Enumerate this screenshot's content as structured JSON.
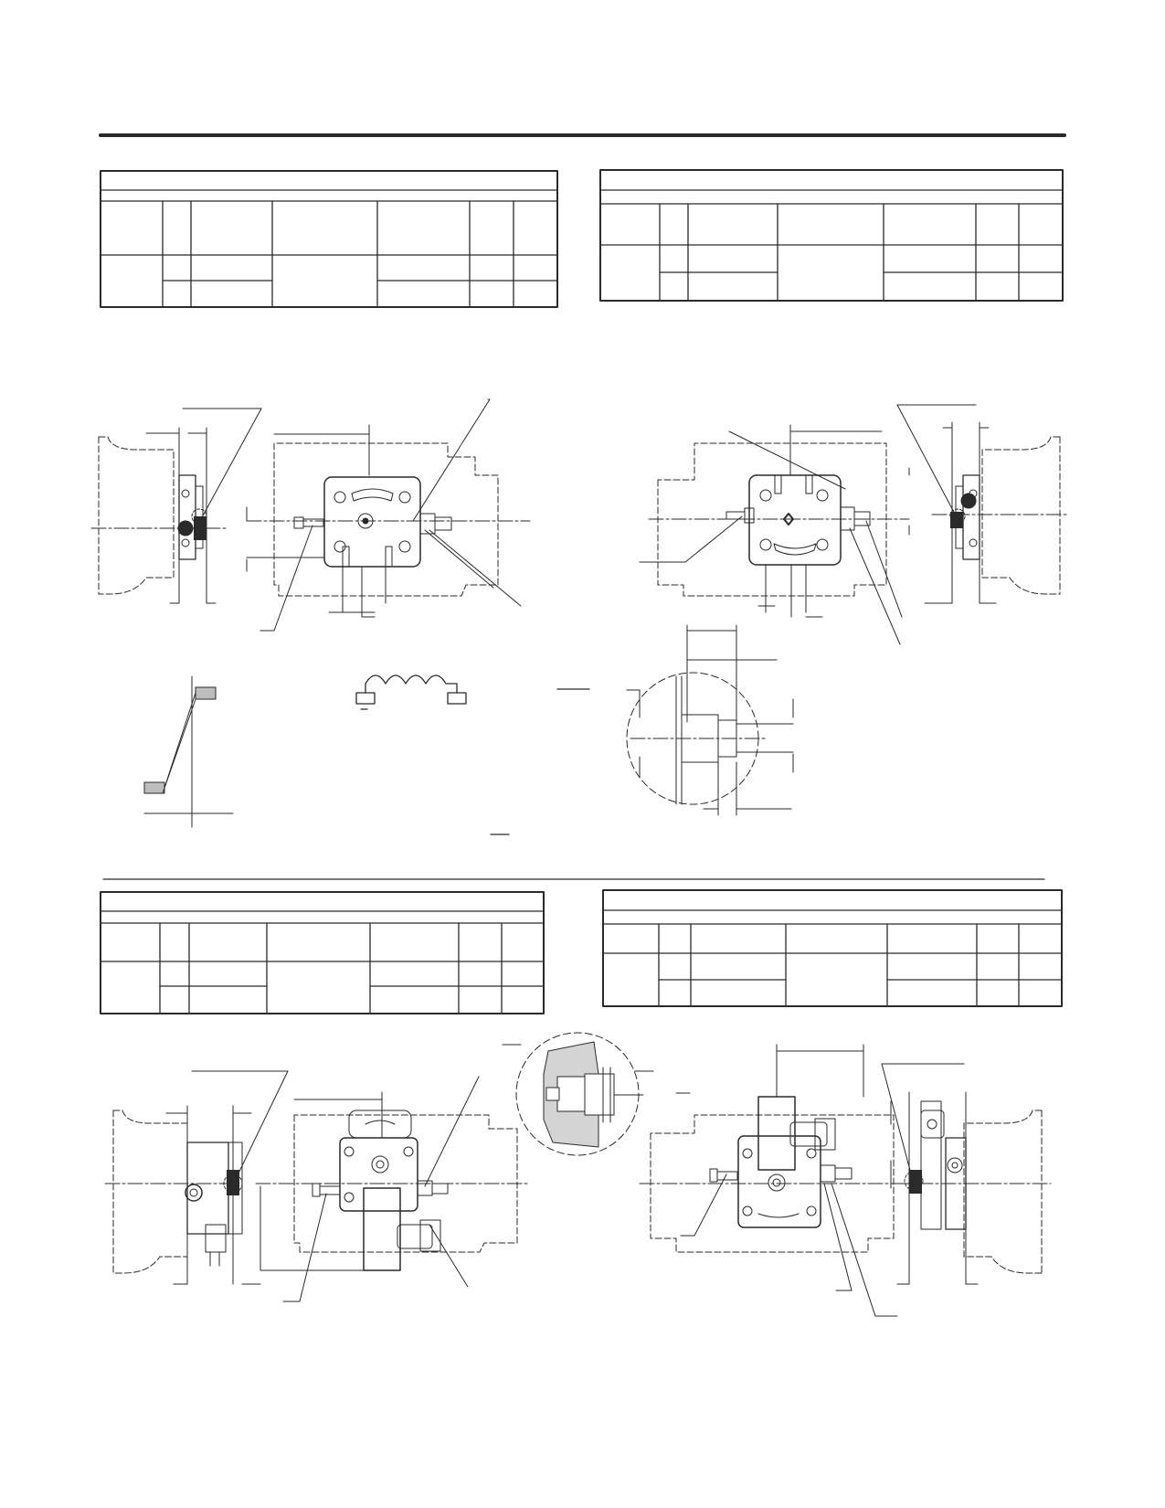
{
  "page": {
    "background": "#ffffff",
    "ink": "#2a2a2a"
  },
  "tables": [
    {
      "id": "table-top-left",
      "header_rows": 2,
      "body_rows": 2
    },
    {
      "id": "table-top-right",
      "header_rows": 2,
      "body_rows": 2
    },
    {
      "id": "table-bottom-left",
      "header_rows": 2,
      "body_rows": 2
    },
    {
      "id": "table-bottom-right",
      "header_rows": 2,
      "body_rows": 2
    }
  ],
  "drawings": [
    {
      "id": "view-top-left-side"
    },
    {
      "id": "view-top-left-front"
    },
    {
      "id": "view-top-right-front"
    },
    {
      "id": "view-top-right-side"
    },
    {
      "id": "response-curve"
    },
    {
      "id": "solenoid-coil-symbol"
    },
    {
      "id": "port-detail-circle"
    },
    {
      "id": "view-bottom-left-side"
    },
    {
      "id": "view-bottom-left-front"
    },
    {
      "id": "section-detail-circle"
    },
    {
      "id": "view-bottom-right-front"
    },
    {
      "id": "view-bottom-right-side"
    }
  ]
}
